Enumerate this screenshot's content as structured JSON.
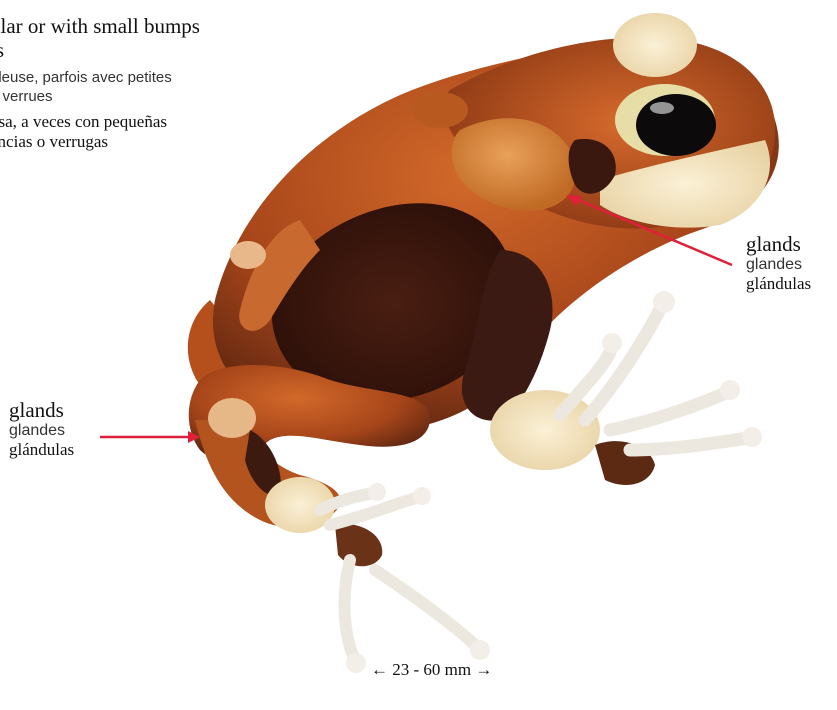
{
  "top_label": {
    "en_line1": "ular or with small bumps",
    "en_line2": "ts",
    "fr_line1": "uleuse, parfois avec petites",
    "fr_line2": "u verrues",
    "es_line1": "osa, a veces con pequeñas",
    "es_line2": "ancias o verrugas"
  },
  "gland_right": {
    "en": "glands",
    "fr": "glandes",
    "es": "glándulas"
  },
  "gland_left": {
    "en": "glands",
    "fr": "glandes",
    "es": "glándulas"
  },
  "scale_text": "← 23 - 60 mm →",
  "colors": {
    "arrow": "#e0203a",
    "body_orange": "#c2571f",
    "body_dark": "#3a1a10",
    "cream": "#f2e6c8",
    "pale_toe": "#ece8e0"
  }
}
